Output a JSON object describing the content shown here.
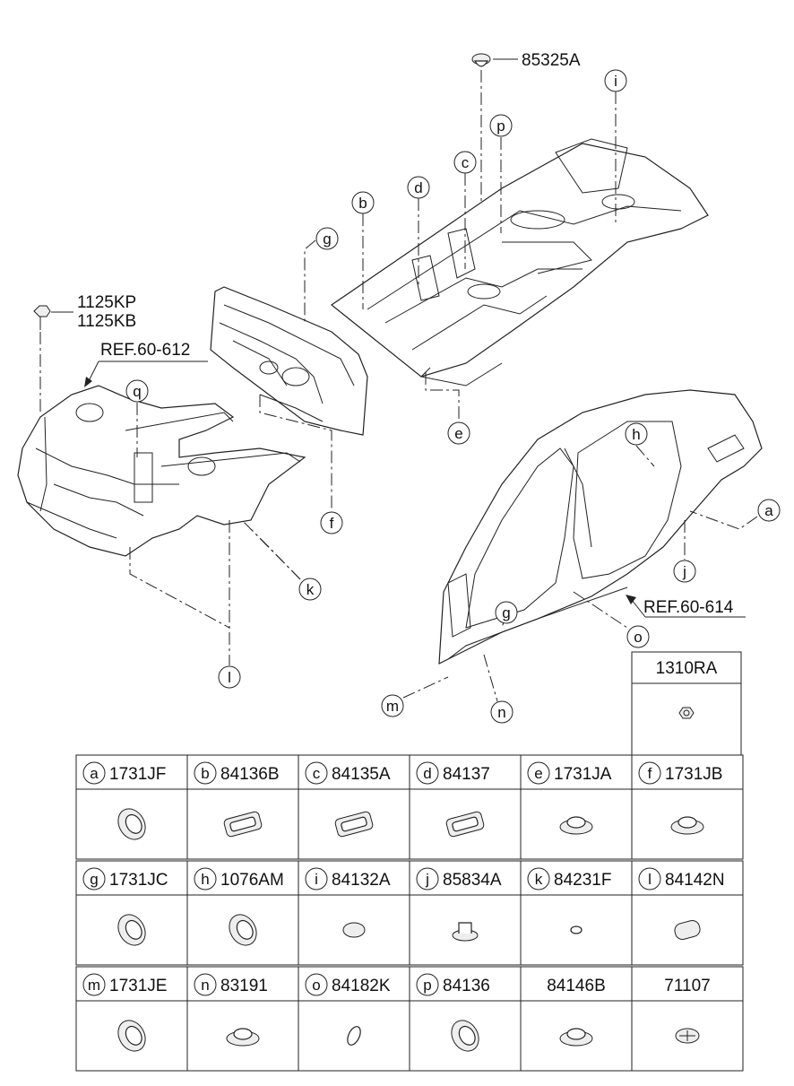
{
  "callout_labels": {
    "top_clip": "85325A",
    "bolt_1": "1125KP",
    "bolt_2": "1125KB",
    "ref_front": "REF.60-612",
    "ref_side": "REF.60-614"
  },
  "callouts": [
    "i",
    "p",
    "c",
    "d",
    "b",
    "g",
    "e",
    "f",
    "q",
    "k",
    "l",
    "h",
    "a",
    "j",
    "g",
    "o",
    "m",
    "n"
  ],
  "table": {
    "extra_header": {
      "letter": "",
      "code": "1310RA"
    },
    "rows": [
      [
        {
          "letter": "a",
          "code": "1731JF"
        },
        {
          "letter": "b",
          "code": "84136B"
        },
        {
          "letter": "c",
          "code": "84135A"
        },
        {
          "letter": "d",
          "code": "84137"
        },
        {
          "letter": "e",
          "code": "1731JA"
        },
        {
          "letter": "f",
          "code": "1731JB"
        }
      ],
      [
        {
          "letter": "g",
          "code": "1731JC"
        },
        {
          "letter": "h",
          "code": "1076AM"
        },
        {
          "letter": "i",
          "code": "84132A"
        },
        {
          "letter": "j",
          "code": "85834A"
        },
        {
          "letter": "k",
          "code": "84231F"
        },
        {
          "letter": "l",
          "code": "84142N"
        }
      ],
      [
        {
          "letter": "m",
          "code": "1731JE"
        },
        {
          "letter": "n",
          "code": "83191"
        },
        {
          "letter": "o",
          "code": "84182K"
        },
        {
          "letter": "p",
          "code": "84136"
        },
        {
          "letter": "",
          "code": "84146B"
        },
        {
          "letter": "",
          "code": "71107"
        }
      ]
    ]
  },
  "icons": {
    "row_1": [
      "grommet-icon",
      "gasket-plug-icon",
      "gasket-plug-icon",
      "gasket-plug-icon",
      "cap-plug-icon",
      "cap-plug-icon"
    ],
    "row_2": [
      "grommet-icon",
      "grommet-icon",
      "disc-plug-icon",
      "clip-plug-icon",
      "small-oval-plug-icon",
      "oval-cap-icon"
    ],
    "row_3": [
      "grommet-icon",
      "cap-plug-icon",
      "thin-oval-plug-icon",
      "grommet-icon",
      "cap-plug-icon",
      "cross-plug-icon"
    ],
    "extra": "nut-icon"
  }
}
